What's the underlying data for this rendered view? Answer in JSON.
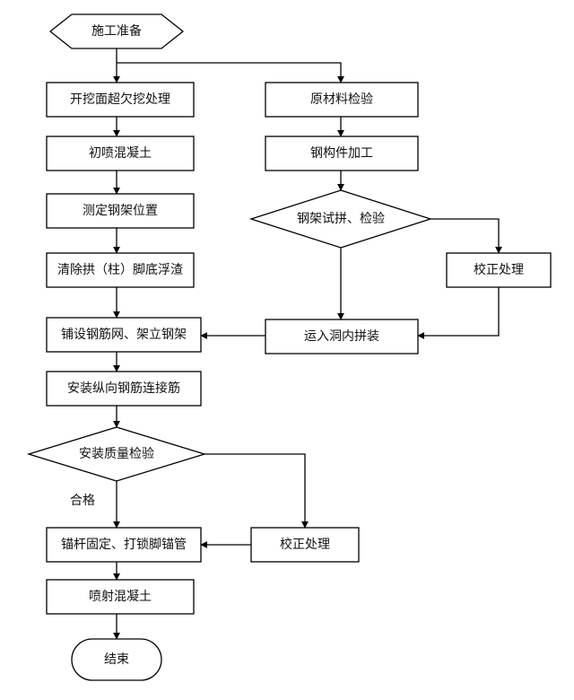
{
  "nodes": {
    "start": "施工准备",
    "excavation": "开挖面超欠挖处理",
    "initial_spray": "初喷混凝土",
    "measure": "测定钢架位置",
    "clear": "清除拱（柱）脚底浮渣",
    "mesh": "铺设钢筋网、架立钢架",
    "longitudinal": "安装纵向钢筋连接筋",
    "quality_check": "安装质量检验",
    "anchor": "锚杆固定、打锁脚锚管",
    "final_spray": "喷射混凝土",
    "end": "结束",
    "material_check": "原材料检验",
    "steel_processing": "钢构件加工",
    "trial_assembly": "钢架试拼、检验",
    "correction_right": "校正处理",
    "transport": "运入洞内拼装",
    "correction_bottom": "校正处理"
  },
  "edge_labels": {
    "pass": "合格"
  }
}
